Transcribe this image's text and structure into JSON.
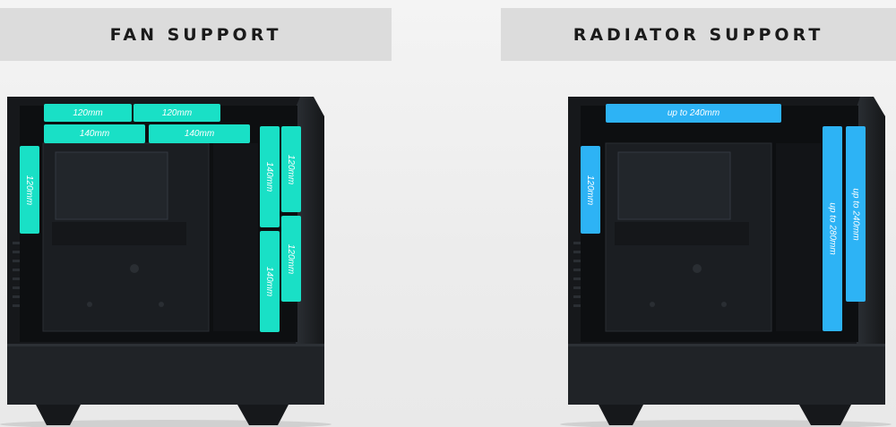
{
  "headers": {
    "fan": "FAN SUPPORT",
    "radiator": "RADIATOR SUPPORT"
  },
  "fan_support": {
    "top_row1_left": "120mm",
    "top_row1_right": "120mm",
    "top_row2_left": "140mm",
    "top_row2_right": "140mm",
    "rear": "120mm",
    "front_inner_top": "140mm",
    "front_inner_bottom": "140mm",
    "front_outer_top": "120mm",
    "front_outer_bottom": "120mm"
  },
  "radiator_support": {
    "top": "up to 240mm",
    "rear": "120mm",
    "front_inner": "up to 280mm",
    "front_outer": "up to 240mm"
  },
  "colors": {
    "fan_accent": "#19e0c6",
    "radiator_accent": "#2db3f5",
    "case_body": "#17191c",
    "header_bg": "#dcdcdc"
  }
}
